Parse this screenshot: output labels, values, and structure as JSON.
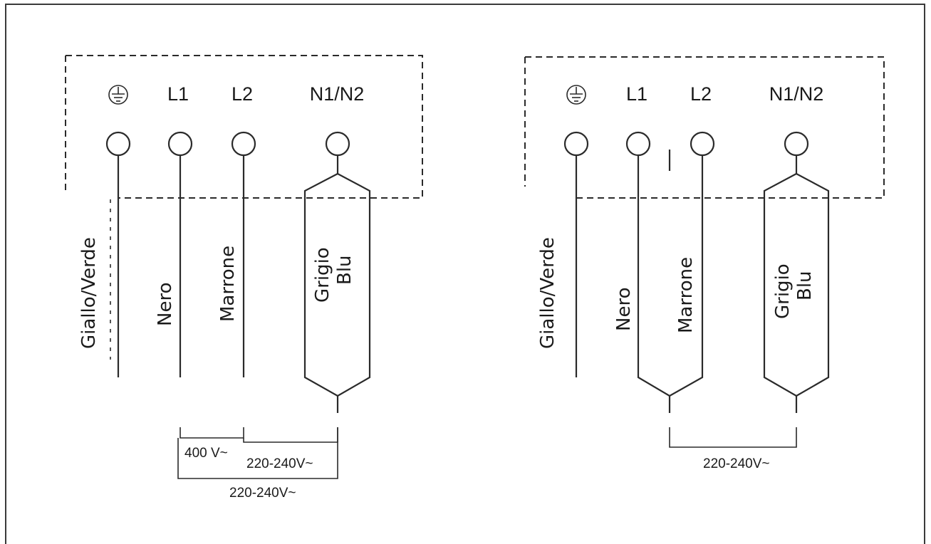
{
  "diagrams": [
    {
      "terminals": [
        "L1",
        "L2",
        "N1/N2"
      ],
      "wires": [
        "Giallo/Verde",
        "Nero",
        "Marrone",
        "Grigio",
        "Blu"
      ],
      "voltages": [
        "400 V~",
        "220-240V~",
        "220-240V~"
      ]
    },
    {
      "terminals": [
        "L1",
        "L2",
        "N1/N2"
      ],
      "wires": [
        "Giallo/Verde",
        "Nero",
        "Marrone",
        "Grigio",
        "Blu"
      ],
      "voltages": [
        "220-240V~"
      ]
    }
  ],
  "icons": {
    "ground": "ground-symbol-icon"
  }
}
